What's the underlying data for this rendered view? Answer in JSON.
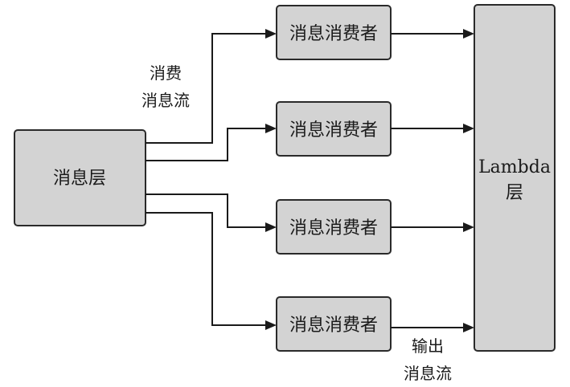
{
  "source": {
    "label": "消息层"
  },
  "consumers": [
    {
      "label": "消息消费者"
    },
    {
      "label": "消息消费者"
    },
    {
      "label": "消息消费者"
    },
    {
      "label": "消息消费者"
    }
  ],
  "target": {
    "label_line1": "Lambda",
    "label_line2": "层"
  },
  "annotations": {
    "consume_line1": "消费",
    "consume_line2": "消息流",
    "output_line1": "输出",
    "output_line2": "消息流"
  },
  "colors": {
    "box_fill": "#d3d3d3",
    "stroke": "#1a1a1a"
  }
}
